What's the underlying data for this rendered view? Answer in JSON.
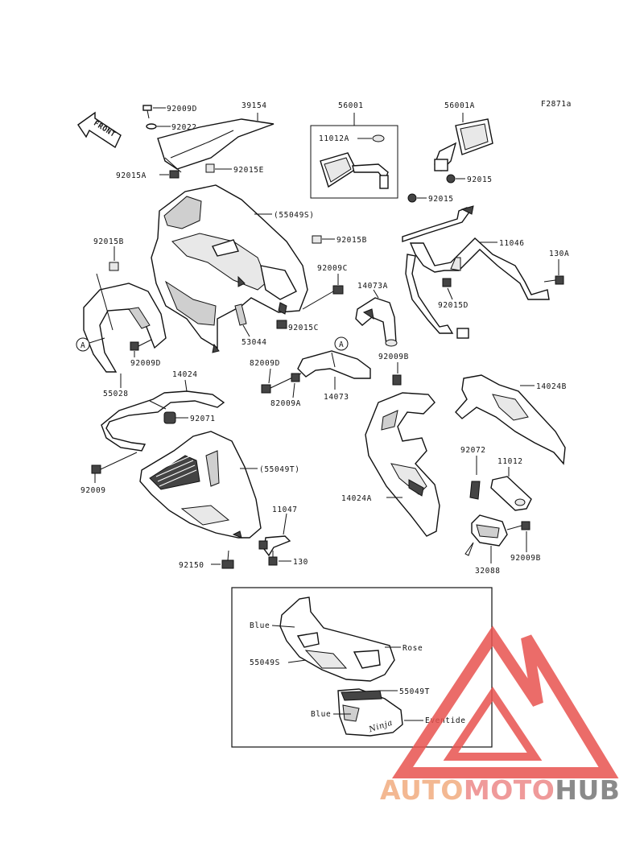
{
  "figure_code": "F2871a",
  "front_label": "FRONT",
  "callouts": {
    "c92009D_top": "92009D",
    "c92022": "92022",
    "c39154": "39154",
    "c92015A": "92015A",
    "c92015E": "92015E",
    "c56001": "56001",
    "c11012A": "11012A",
    "c56001A": "56001A",
    "c92015_a": "92015",
    "c92015_b": "92015",
    "c55049S_main": "(55049S)",
    "c92015B_right": "92015B",
    "c92015B_left": "92015B",
    "c11046": "11046",
    "c130A": "130A",
    "c92009C": "92009C",
    "c14073A": "14073A",
    "c92015D": "92015D",
    "c92015C": "92015C",
    "c53044": "53044",
    "c92009D_left": "92009D",
    "c55028": "55028",
    "c92009B_mid": "92009B",
    "c82009D": "82009D",
    "c82009A": "82009A",
    "c14073": "14073",
    "c14024": "14024",
    "c92071": "92071",
    "c14024B": "14024B",
    "c92009_left": "92009",
    "c55049T_main": "(55049T)",
    "c92072": "92072",
    "c11012": "11012",
    "c14024A": "14024A",
    "c11047": "11047",
    "c92150": "92150",
    "c130": "130",
    "c92009B_right": "92009B",
    "c32088": "32088",
    "ref_A_left": "A",
    "ref_A_mid": "A"
  },
  "color_inset": {
    "blue_top": "Blue",
    "rose": "Rose",
    "part_55049S": "55049S",
    "part_55049T": "55049T",
    "blue_bottom": "Blue",
    "eventide": "Eventide",
    "badge_text": "Ninja"
  },
  "watermark": {
    "part1": "AUTO",
    "part2": "MOTO",
    "part3": "HUB"
  },
  "colors": {
    "line": "#111111",
    "watermark_red": "#e8534f",
    "watermark_orange": "#f3b892",
    "watermark_grey": "#8a8a8a"
  }
}
